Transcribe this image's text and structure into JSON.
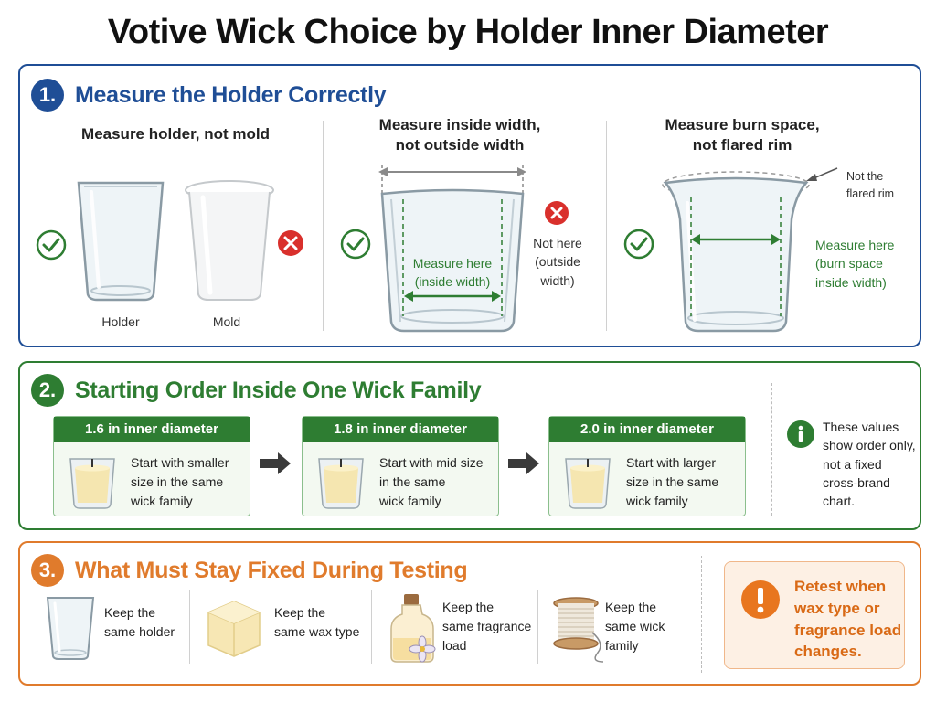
{
  "title": "Votive Wick Choice by Holder Inner Diameter",
  "section1": {
    "number": "1.",
    "title": "Measure the Holder Correctly",
    "col1": {
      "caption": "Measure holder, not mold",
      "holder_label": "Holder",
      "mold_label": "Mold"
    },
    "col2": {
      "caption_line1": "Measure inside width,",
      "caption_line2": "not outside width",
      "inside_line1": "Measure here",
      "inside_line2": "(inside width)",
      "outside_line1": "Not here",
      "outside_line2": "(outside",
      "outside_line3": "width)"
    },
    "col3": {
      "caption_line1": "Measure burn space,",
      "caption_line2": "not flared rim",
      "rim_line1": "Not the",
      "rim_line2": "flared rim",
      "burn_line1": "Measure here",
      "burn_line2": "(burn space",
      "burn_line3": "inside width)"
    }
  },
  "section2": {
    "number": "2.",
    "title": "Starting Order Inside One Wick Family",
    "cards": [
      {
        "header": "1.6 in inner diameter",
        "line1": "Start with smaller",
        "line2": "size in the same",
        "line3": "wick family"
      },
      {
        "header": "1.8 in inner diameter",
        "line1": "Start with mid size",
        "line2": "in the same",
        "line3": "wick family"
      },
      {
        "header": "2.0 in inner diameter",
        "line1": "Start with larger",
        "line2": "size in the same",
        "line3": "wick family"
      }
    ],
    "note": {
      "line1": "These values",
      "line2": "show order only,",
      "line3": "not a fixed",
      "line4": "cross-brand",
      "line5": "chart."
    }
  },
  "section3": {
    "number": "3.",
    "title": "What Must Stay Fixed During Testing",
    "items": [
      {
        "line1": "Keep the",
        "line2": "same holder"
      },
      {
        "line1": "Keep the",
        "line2": "same wax type"
      },
      {
        "line1": "Keep the",
        "line2": "same fragrance",
        "line3": "load"
      },
      {
        "line1": "Keep the",
        "line2": "same wick",
        "line3": "family"
      }
    ],
    "retest": {
      "line1": "Retest when",
      "line2": "wax type or",
      "line3": "fragrance load",
      "line4": "changes."
    }
  }
}
